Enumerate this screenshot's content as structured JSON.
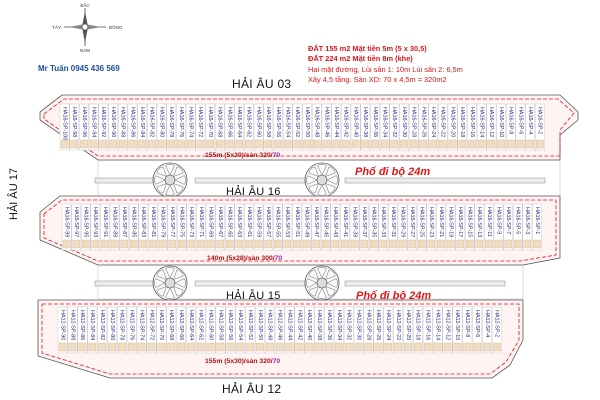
{
  "compass": {
    "north": "BẮC",
    "south": "NAM",
    "east": "ĐÔNG",
    "west": "TÂY"
  },
  "contact": "Mr Tuấn 0945 436 569",
  "info": {
    "line1": {
      "prefix": "ĐẤT",
      "area": "155 m2",
      "detail": "Mặt tiền 5m (5 x 30,5)"
    },
    "line2": {
      "prefix": "ĐẤT",
      "area": "224 m2",
      "detail": "Mặt tiền 8m (khe)"
    },
    "line3": "Hai mặt đường, Lùi sân 1: 10m  Lùi sân 2: 6,5m",
    "line4": "Xây 4,5 tầng. Sàn XD: 70 x 4,5m = 320m2"
  },
  "roads": {
    "top": "HẢI ÂU 03",
    "middle": "HẢI ÂU 16",
    "lower": "HẢI ÂU 15",
    "bottom": "HẢI ÂU 12",
    "left": "HẢI ÂU 17"
  },
  "walkways": {
    "upper": "Phố đi bộ 24m",
    "lower": "Phố đi bộ 24m"
  },
  "blocks": [
    {
      "summary": "155m",
      "dims": "(5x30)/sàn 320/",
      "tail": "70",
      "prefix": "HA16-SP-",
      "numbers": [
        100,
        98,
        96,
        94,
        92,
        90,
        88,
        86,
        84,
        82,
        80,
        78,
        76,
        74,
        72,
        70,
        68,
        66,
        64,
        62,
        60,
        58,
        56,
        54,
        52,
        50,
        48,
        46,
        44,
        42,
        40,
        38,
        36,
        34,
        32,
        30,
        28,
        26,
        24,
        22,
        20,
        18,
        16,
        14,
        12,
        10,
        8,
        6,
        4,
        2
      ]
    },
    {
      "summary": "140m",
      "dims": "(5x28)/sàn 300/",
      "tail": "70",
      "prefix": "HA16-SP-",
      "numbers": [
        99,
        97,
        95,
        93,
        91,
        89,
        87,
        85,
        83,
        81,
        79,
        77,
        75,
        73,
        71,
        69,
        67,
        65,
        63,
        61,
        59,
        57,
        55,
        53,
        51,
        49,
        47,
        45,
        43,
        41,
        39,
        37,
        35,
        33,
        31,
        29,
        27,
        25,
        23,
        21,
        19,
        17,
        15,
        13,
        11,
        9,
        7,
        5,
        3,
        1
      ]
    },
    {
      "summary": "155m",
      "dims": "(5x30)/sàn 320/",
      "tail": "70",
      "prefix": "HA12-SP-",
      "numbers": [
        90,
        88,
        86,
        84,
        82,
        80,
        78,
        76,
        74,
        72,
        70,
        68,
        66,
        64,
        62,
        60,
        58,
        56,
        54,
        52,
        50,
        48,
        46,
        44,
        42,
        40,
        38,
        36,
        34,
        32,
        30,
        28,
        26,
        24,
        22,
        20,
        18,
        16,
        14,
        12,
        10,
        8,
        6,
        4,
        2
      ]
    }
  ]
}
